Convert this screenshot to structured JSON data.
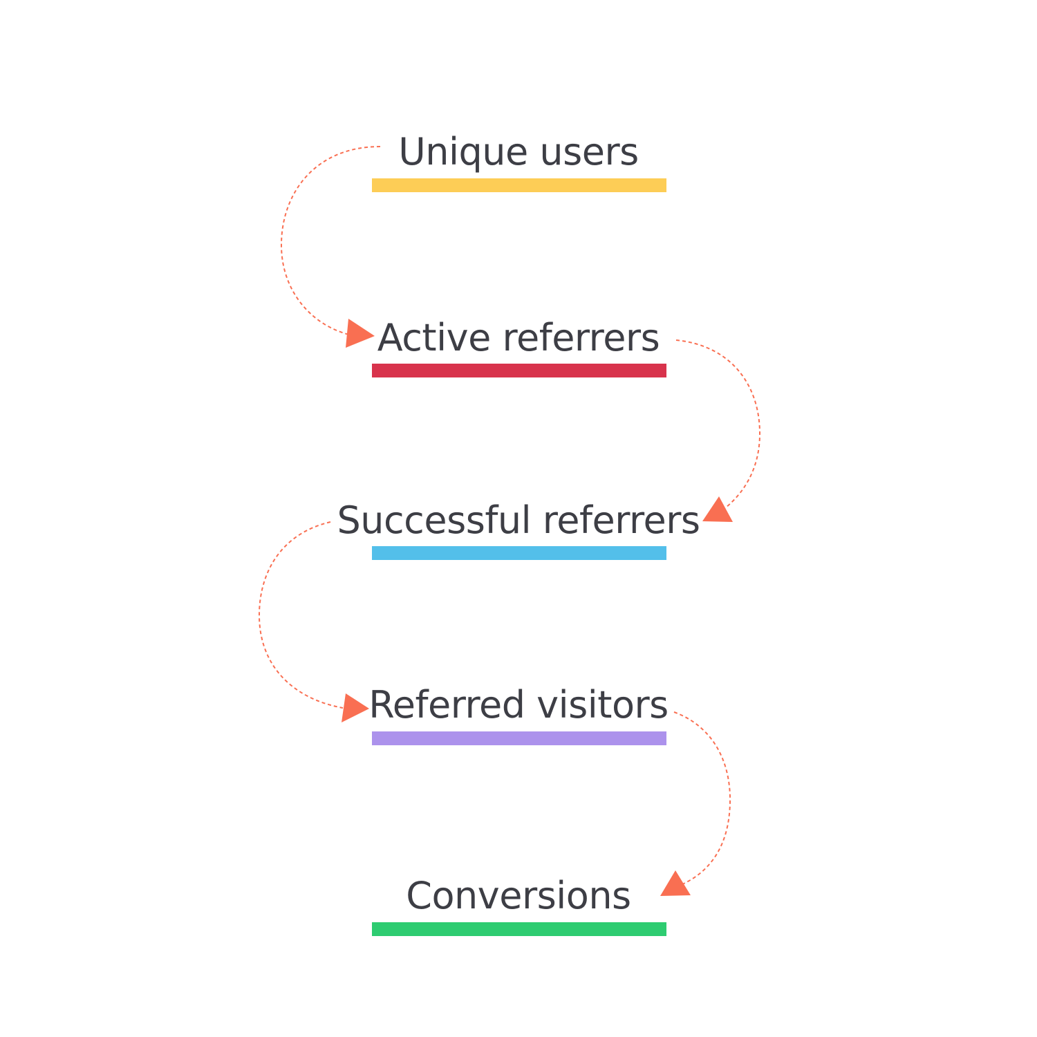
{
  "diagram": {
    "stages": [
      {
        "label": "Unique users",
        "color": "#fdcd56"
      },
      {
        "label": "Active referrers",
        "color": "#d8334c"
      },
      {
        "label": "Successful referrers",
        "color": "#53bfea"
      },
      {
        "label": "Referred visitors",
        "color": "#ac92ec"
      },
      {
        "label": "Conversions",
        "color": "#2ecc71"
      }
    ],
    "connector_color": "#f96f52"
  }
}
